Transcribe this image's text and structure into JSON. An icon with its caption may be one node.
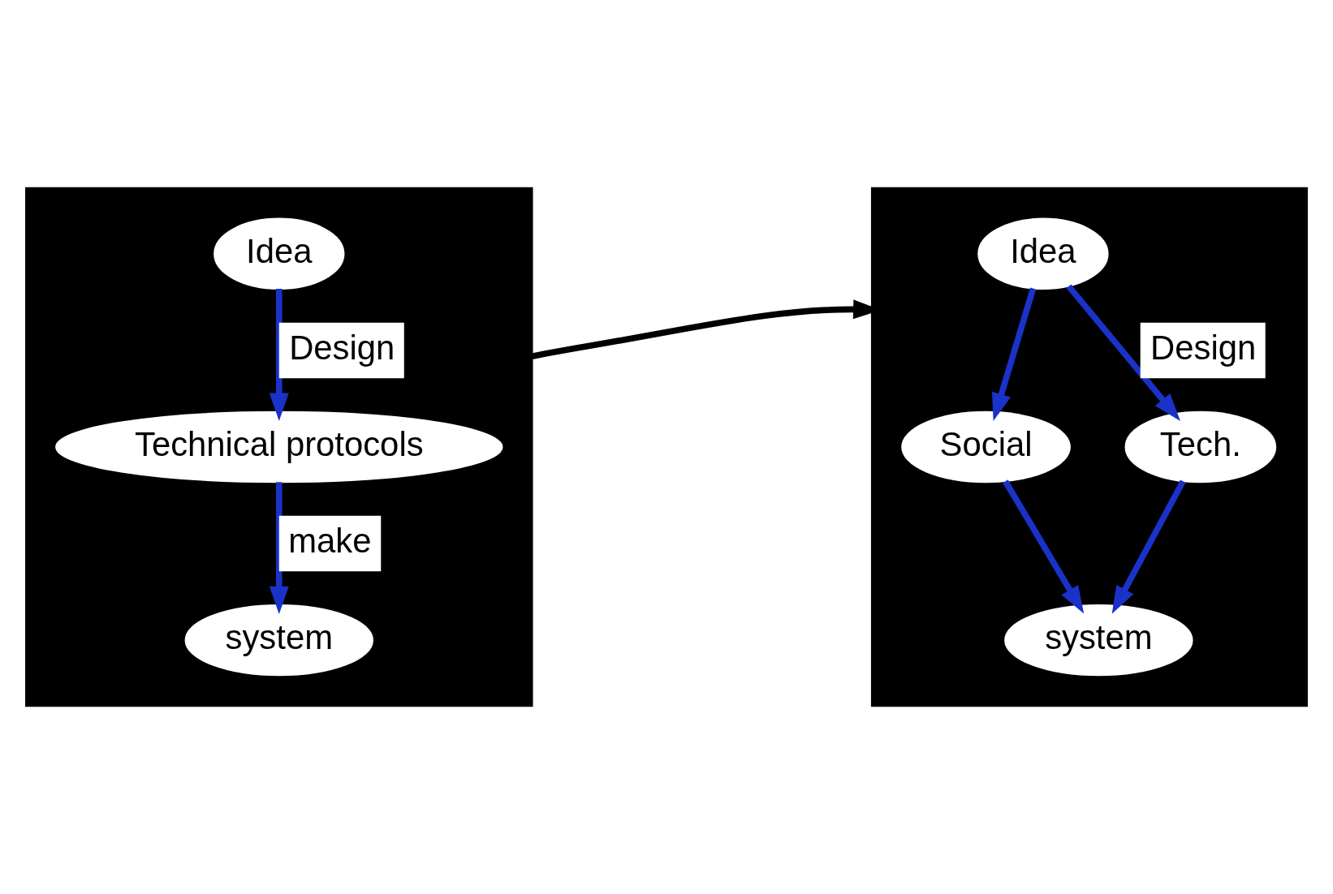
{
  "diagram": {
    "nodes": [
      {
        "text": [],
        "shape": "box"
      },
      {
        "text": [
          "Idea"
        ],
        "in": 0
      },
      {
        "text": [
          "Technical protocols"
        ],
        "in": 0
      },
      {
        "text": [
          "system"
        ],
        "in": 0
      },
      {
        "text": [],
        "shape": "box"
      },
      {
        "text": [
          "Idea"
        ],
        "in": 4
      },
      {
        "text": [
          "Social"
        ],
        "in": 4
      },
      {
        "text": [
          "Tech."
        ],
        "in": 4
      },
      {
        "text": [
          "system"
        ],
        "in": 4
      }
    ],
    "edges": [
      {
        "from": 1,
        "to": 2,
        "arrow": "to",
        "label": "Design"
      },
      {
        "from": 2,
        "to": 3,
        "arrow": "to",
        "label": "make"
      },
      {
        "from": 0,
        "to": 4,
        "arrow": "to",
        "color": "#000000"
      },
      {
        "from": 5,
        "to": 6,
        "arrow": "to"
      },
      {
        "from": 5,
        "to": 7,
        "arrow": "to",
        "label": "Design"
      },
      {
        "from": 6,
        "to": 8,
        "arrow": "to"
      },
      {
        "from": 7,
        "to": 8,
        "arrow": "to"
      }
    ]
  }
}
